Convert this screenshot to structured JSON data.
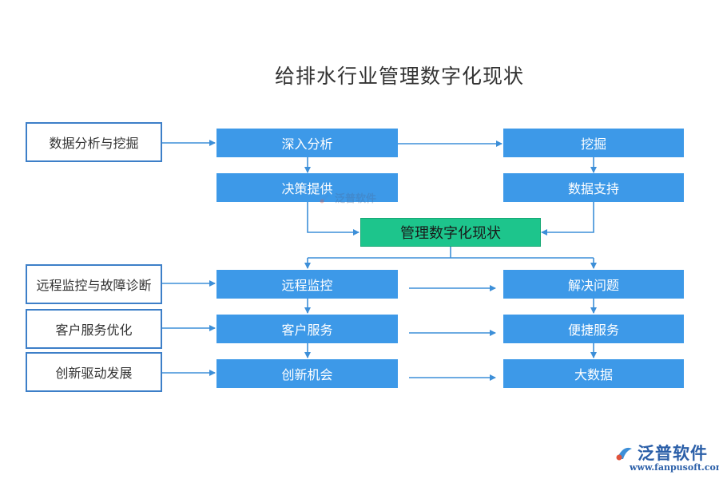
{
  "title": "给排水行业管理数字化现状",
  "nodes": {
    "data_analysis_mining": "数据分析与挖掘",
    "deep_analysis": "深入分析",
    "mining": "挖掘",
    "decision_support": "决策提供",
    "data_support": "数据支持",
    "center": "管理数字化现状",
    "remote_fault_diag": "远程监控与故障诊断",
    "remote_monitor": "远程监控",
    "solve_problem": "解决问题",
    "customer_opt": "客户服务优化",
    "customer_service": "客户服务",
    "convenient_service": "便捷服务",
    "innovation_drive": "创新驱动发展",
    "innovation_opportunity": "创新机会",
    "big_data": "大数据"
  },
  "watermark": {
    "text": "泛普软件"
  },
  "logo": {
    "text": "泛普软件",
    "url": "www.fanpusoft.com"
  },
  "colors": {
    "node_fill": "#3d99e8",
    "center_fill": "#1dc58c",
    "outline_border": "#3d7fc8",
    "arrow": "#3d8fd8"
  }
}
